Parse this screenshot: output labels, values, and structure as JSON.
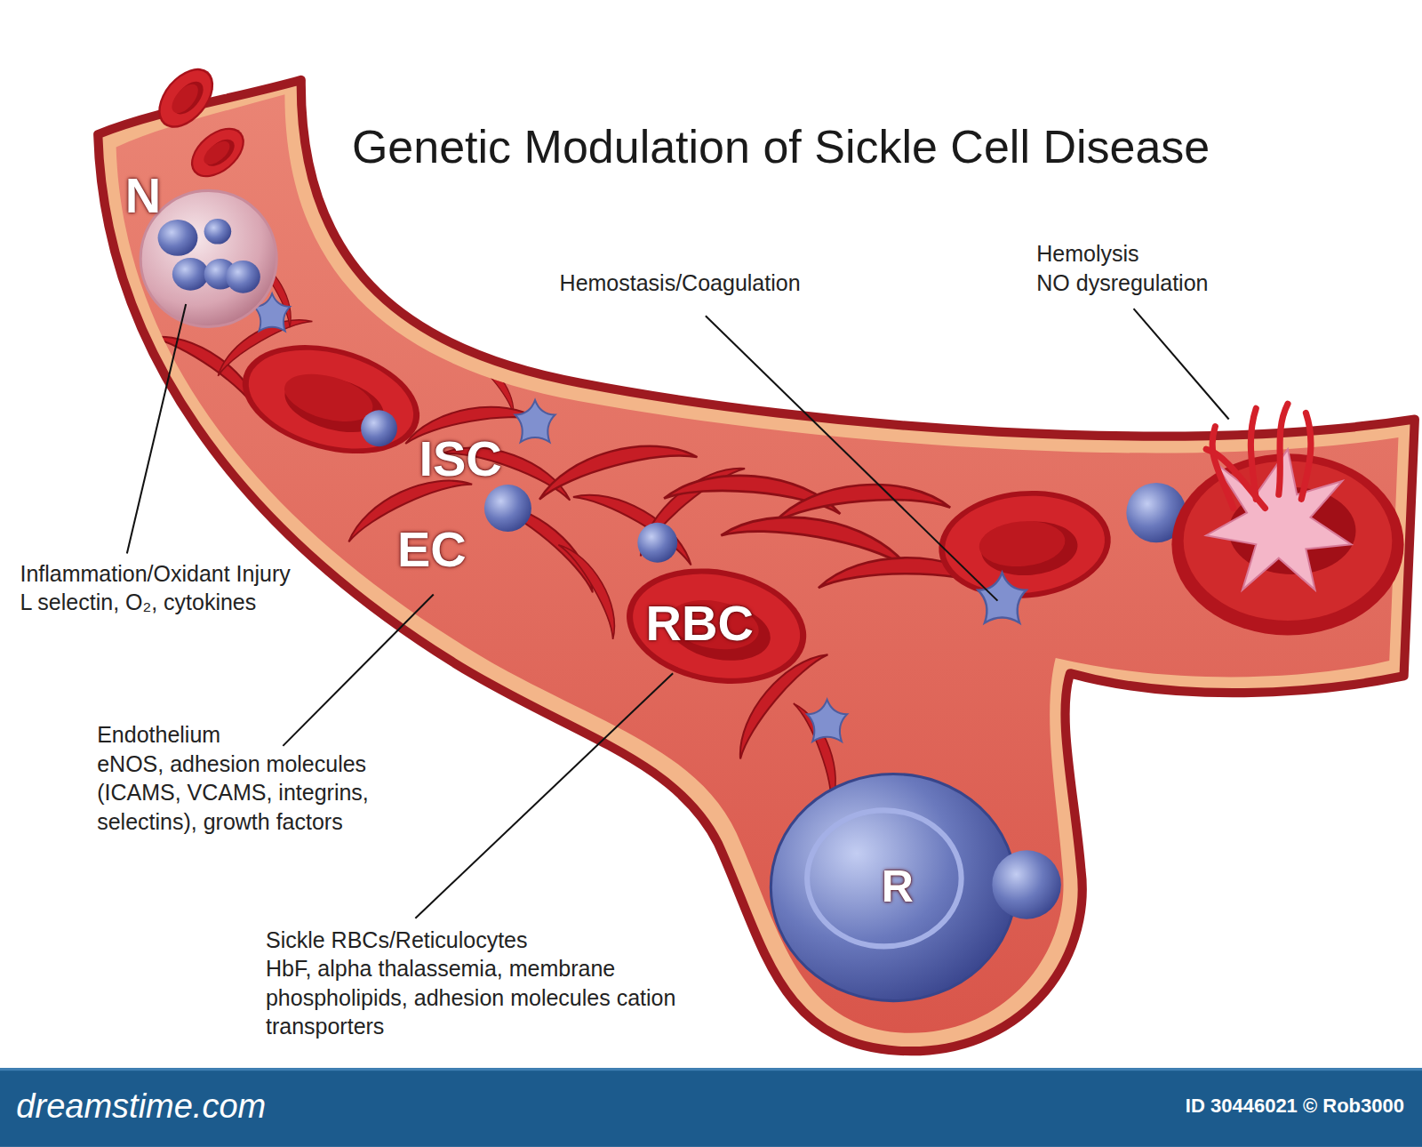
{
  "diagram": {
    "title": "Genetic Modulation of Sickle Cell Disease",
    "labels": [
      "N",
      "ISC",
      "EC",
      "RBC",
      "R",
      "Inflammation/Oxidant Injury",
      "L selectin, O₂, cytokines",
      "Endothelium",
      "eNOS, adhesion molecules (ICAMS, VCAMS, integrins, selectins), growth factors",
      "Sickle RBCs/Reticulocytes",
      "HbF, alpha thalassemia, membrane phospholipids, adhesion molecules cation transporters",
      "Hemostasis/Coagulation",
      "Hemolysis",
      "NO dysregulation",
      "dreamstime.com",
      "ID 30446021 © Rob3000"
    ]
  }
}
